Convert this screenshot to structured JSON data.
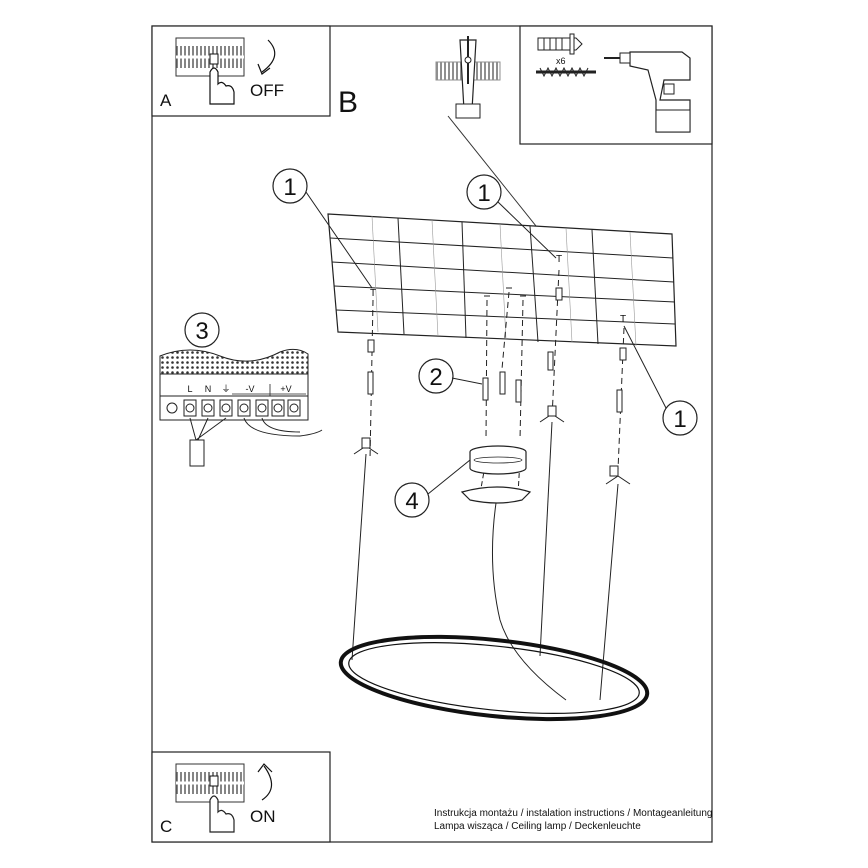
{
  "panels": {
    "a": {
      "letter": "A",
      "switch_state": "OFF"
    },
    "b": {
      "letter": "B",
      "anchor_qty": "x6"
    },
    "c": {
      "letter": "C",
      "switch_state": "ON"
    }
  },
  "terminal_block": {
    "terminals": [
      "L",
      "N",
      "⏚",
      "-V",
      "+V"
    ]
  },
  "callouts": {
    "ceiling_mount": "1",
    "wall_plug_screws": "2",
    "power_connection": "3",
    "canopy": "4"
  },
  "footer": {
    "line1": "Instrukcja montażu / instalation instructions / Montageanleitung",
    "line2": "Lampa wisząca / Ceiling lamp / Deckenleuchte"
  }
}
